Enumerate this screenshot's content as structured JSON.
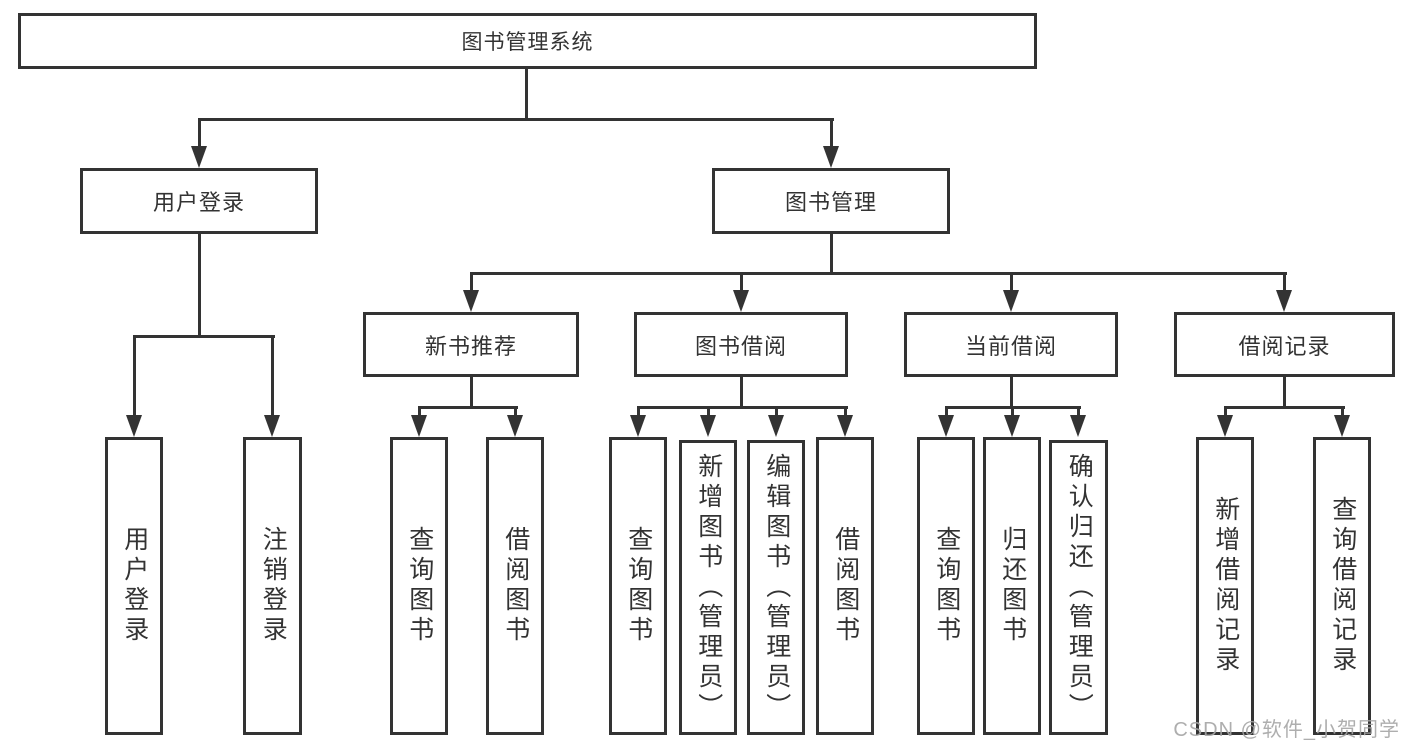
{
  "diagram": {
    "type": "tree",
    "colors": {
      "line": "#333333",
      "box_background": "#ffffff",
      "text": "#333333",
      "watermark": "#a5a5a5"
    },
    "watermark": "CSDN @软件_小贺同学",
    "root": {
      "label": "图书管理系统"
    },
    "user_login": {
      "label": "用户登录",
      "children": [
        {
          "label": "用户登录"
        },
        {
          "label": "注销登录"
        }
      ]
    },
    "book_mgmt": {
      "label": "图书管理",
      "sections": [
        {
          "label": "新书推荐",
          "children": [
            {
              "label": "查询图书"
            },
            {
              "label": "借阅图书"
            }
          ]
        },
        {
          "label": "图书借阅",
          "children": [
            {
              "label": "查询图书"
            },
            {
              "label": "新增图书（管理员）"
            },
            {
              "label": "编辑图书（管理员）"
            },
            {
              "label": "借阅图书"
            }
          ]
        },
        {
          "label": "当前借阅",
          "children": [
            {
              "label": "查询图书"
            },
            {
              "label": "归还图书"
            },
            {
              "label": "确认归还（管理员）"
            }
          ]
        },
        {
          "label": "借阅记录",
          "children": [
            {
              "label": "新增借阅记录"
            },
            {
              "label": "查询借阅记录"
            }
          ]
        }
      ]
    }
  }
}
